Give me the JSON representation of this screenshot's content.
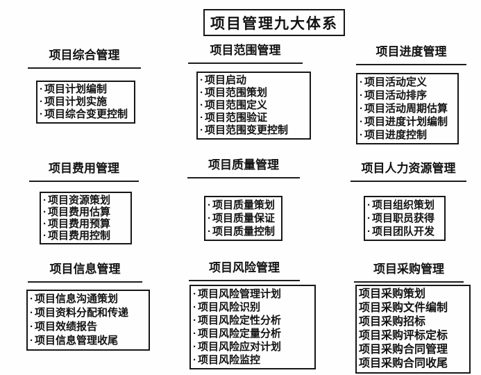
{
  "title": "项目管理九大体系",
  "colors": {
    "background": "#fefefe",
    "text": "#121212",
    "border": "#161616"
  },
  "bullet_char": "·",
  "sections": [
    {
      "id": "integration",
      "header": "项目综合管理",
      "bullet": "·",
      "items": [
        "项目计划编制",
        "项目计划实施",
        "项目综合变更控制"
      ]
    },
    {
      "id": "scope",
      "header": "项目范围管理",
      "bullet": "·",
      "items": [
        "项目启动",
        "项目范围策划",
        "项目范围定义",
        "项目范围验证",
        "项目范围变更控制"
      ]
    },
    {
      "id": "schedule",
      "header": "项目进度管理",
      "bullet": "·",
      "items": [
        "项目活动定义",
        "项目活动排序",
        "项目活动周期估算",
        "项目进度计划编制",
        "项目进度控制"
      ]
    },
    {
      "id": "cost",
      "header": "项目费用管理",
      "bullet": "·",
      "items": [
        "项目资源策划",
        "项目费用估算",
        "项目费用预算",
        "项目费用控制"
      ]
    },
    {
      "id": "quality",
      "header": "项目质量管理",
      "bullet": "·",
      "items": [
        "项目质量策划",
        "项目质量保证",
        "项目质量控制"
      ]
    },
    {
      "id": "human-resource",
      "header": "项目人力资源管理",
      "bullet": "·",
      "items": [
        "项目组织策划",
        "项目职员获得",
        "项目团队开发"
      ]
    },
    {
      "id": "information",
      "header": "项目信息管理",
      "bullet": "·",
      "items": [
        "项目信息沟通策划",
        "项目资料分配和传递",
        "项目效绩报告",
        "项目信息管理收尾"
      ]
    },
    {
      "id": "risk",
      "header": "项目风险管理",
      "bullet": "·",
      "items": [
        "项目风险管理计划",
        "项目风险识别",
        "项目风险定性分析",
        "项目风险定量分析",
        "项目风险应对计划",
        "项目风险监控"
      ]
    },
    {
      "id": "procurement",
      "header": "项目采购管理",
      "bullet": "",
      "items": [
        "项目采购策划",
        "项目采购文件编制",
        "项目采购招标",
        "项目采购评标定标",
        "项目采购合同管理",
        "项目采购合同收尾"
      ]
    }
  ]
}
